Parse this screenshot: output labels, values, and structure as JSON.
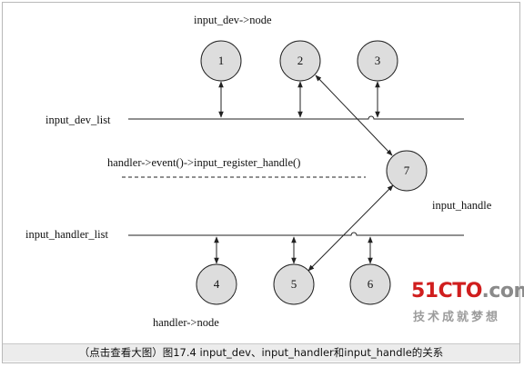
{
  "diagram": {
    "top_label": "input_dev->node",
    "bottom_label": "handler->node",
    "list_labels": {
      "dev_list": "input_dev_list",
      "handler_list": "input_handler_list"
    },
    "dashed_label": "handler->event()->input_register_handle()",
    "handle_label": "input_handle",
    "nodes": {
      "n1": "1",
      "n2": "2",
      "n3": "3",
      "n4": "4",
      "n5": "5",
      "n6": "6",
      "n7": "7"
    },
    "colors": {
      "node_fill": "#dddddd",
      "stroke": "#222222"
    }
  },
  "caption": {
    "text": "（点击查看大图）图17.4  input_dev、input_handler和input_handle的关系"
  },
  "watermark": {
    "brand_51": "51",
    "brand_cto": "CTO",
    "brand_com": ".com",
    "tagline": "技术成就梦想",
    "colors": {
      "red": "#d01e1e",
      "gray": "#8a8a8a"
    }
  }
}
